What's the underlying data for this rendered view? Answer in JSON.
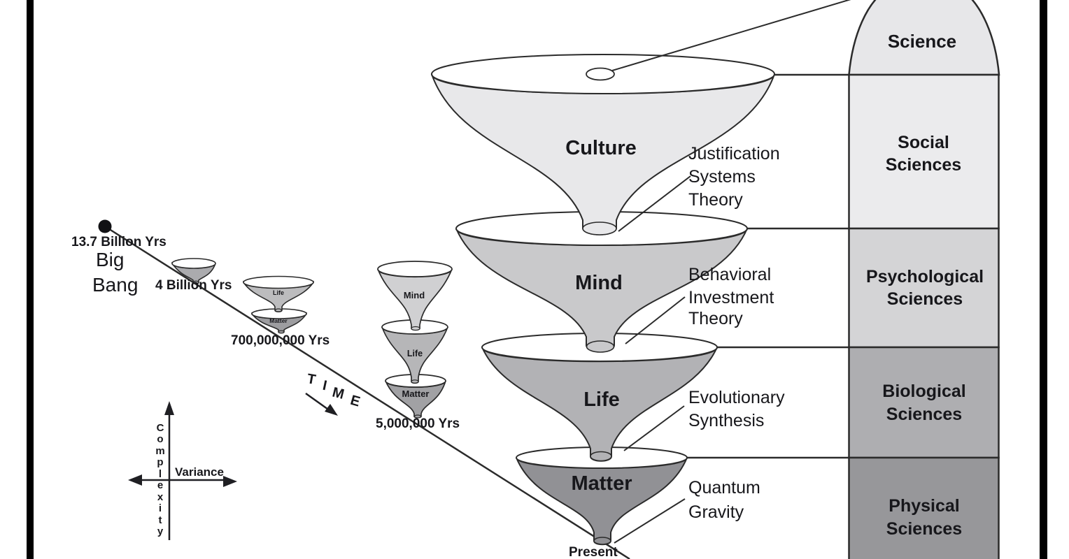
{
  "timeline": {
    "origin_time": "13.7 Billion Yrs",
    "origin_event": [
      "Big",
      "Bang"
    ],
    "milestone_4b": "4 Billion Yrs",
    "milestone_700m": "700,000,000 Yrs",
    "milestone_5m": "5,000,000 Yrs",
    "present": "Present",
    "time_letters": [
      "T",
      "I",
      "M",
      "E"
    ]
  },
  "axes": {
    "vertical_letters": [
      "C",
      "o",
      "m",
      "p",
      "l",
      "e",
      "x",
      "i",
      "t",
      "y"
    ],
    "horizontal_label": "Variance"
  },
  "funnels": {
    "culture": {
      "name": "Culture",
      "theory": [
        "Justification",
        "Systems",
        "Theory"
      ]
    },
    "mind": {
      "name": "Mind",
      "theory": [
        "Behavioral",
        "Investment",
        "Theory"
      ]
    },
    "life": {
      "name": "Life",
      "theory": [
        "Evolutionary",
        "Synthesis"
      ]
    },
    "matter": {
      "name": "Matter",
      "theory": [
        "Quantum",
        "Gravity"
      ]
    }
  },
  "mini_funnels": {
    "stack_700m": {
      "life": "Life",
      "matter": "Matter"
    },
    "stack_5m": {
      "mind": "Mind",
      "life": "Life",
      "matter": "Matter"
    }
  },
  "sciences": {
    "apex": "Science",
    "social": [
      "Social",
      "Sciences"
    ],
    "psychological": [
      "Psychological",
      "Sciences"
    ],
    "biological": [
      "Biological",
      "Sciences"
    ],
    "physical": [
      "Physical",
      "Sciences"
    ]
  },
  "colors": {
    "frame": "#000000",
    "stroke": "#2b2b2b",
    "culture_fill": "#e8e8ea",
    "mind_fill": "#c9c9cb",
    "life_fill": "#b2b2b5",
    "matter_fill": "#919195",
    "mini_a_fill": "#ababae",
    "mini_b_life_fill": "#bcbcbe",
    "mini_b_matter_fill": "#9d9da0",
    "mini_c_mind_fill": "#d0d0d2",
    "mini_c_life_fill": "#b6b6b8",
    "mini_c_matter_fill": "#a1a1a4",
    "dome_fill": "#e7e7e9",
    "social_fill": "#ebebed",
    "psychological_fill": "#d4d4d6",
    "biological_fill": "#aeaeb1",
    "physical_fill": "#97979a"
  }
}
